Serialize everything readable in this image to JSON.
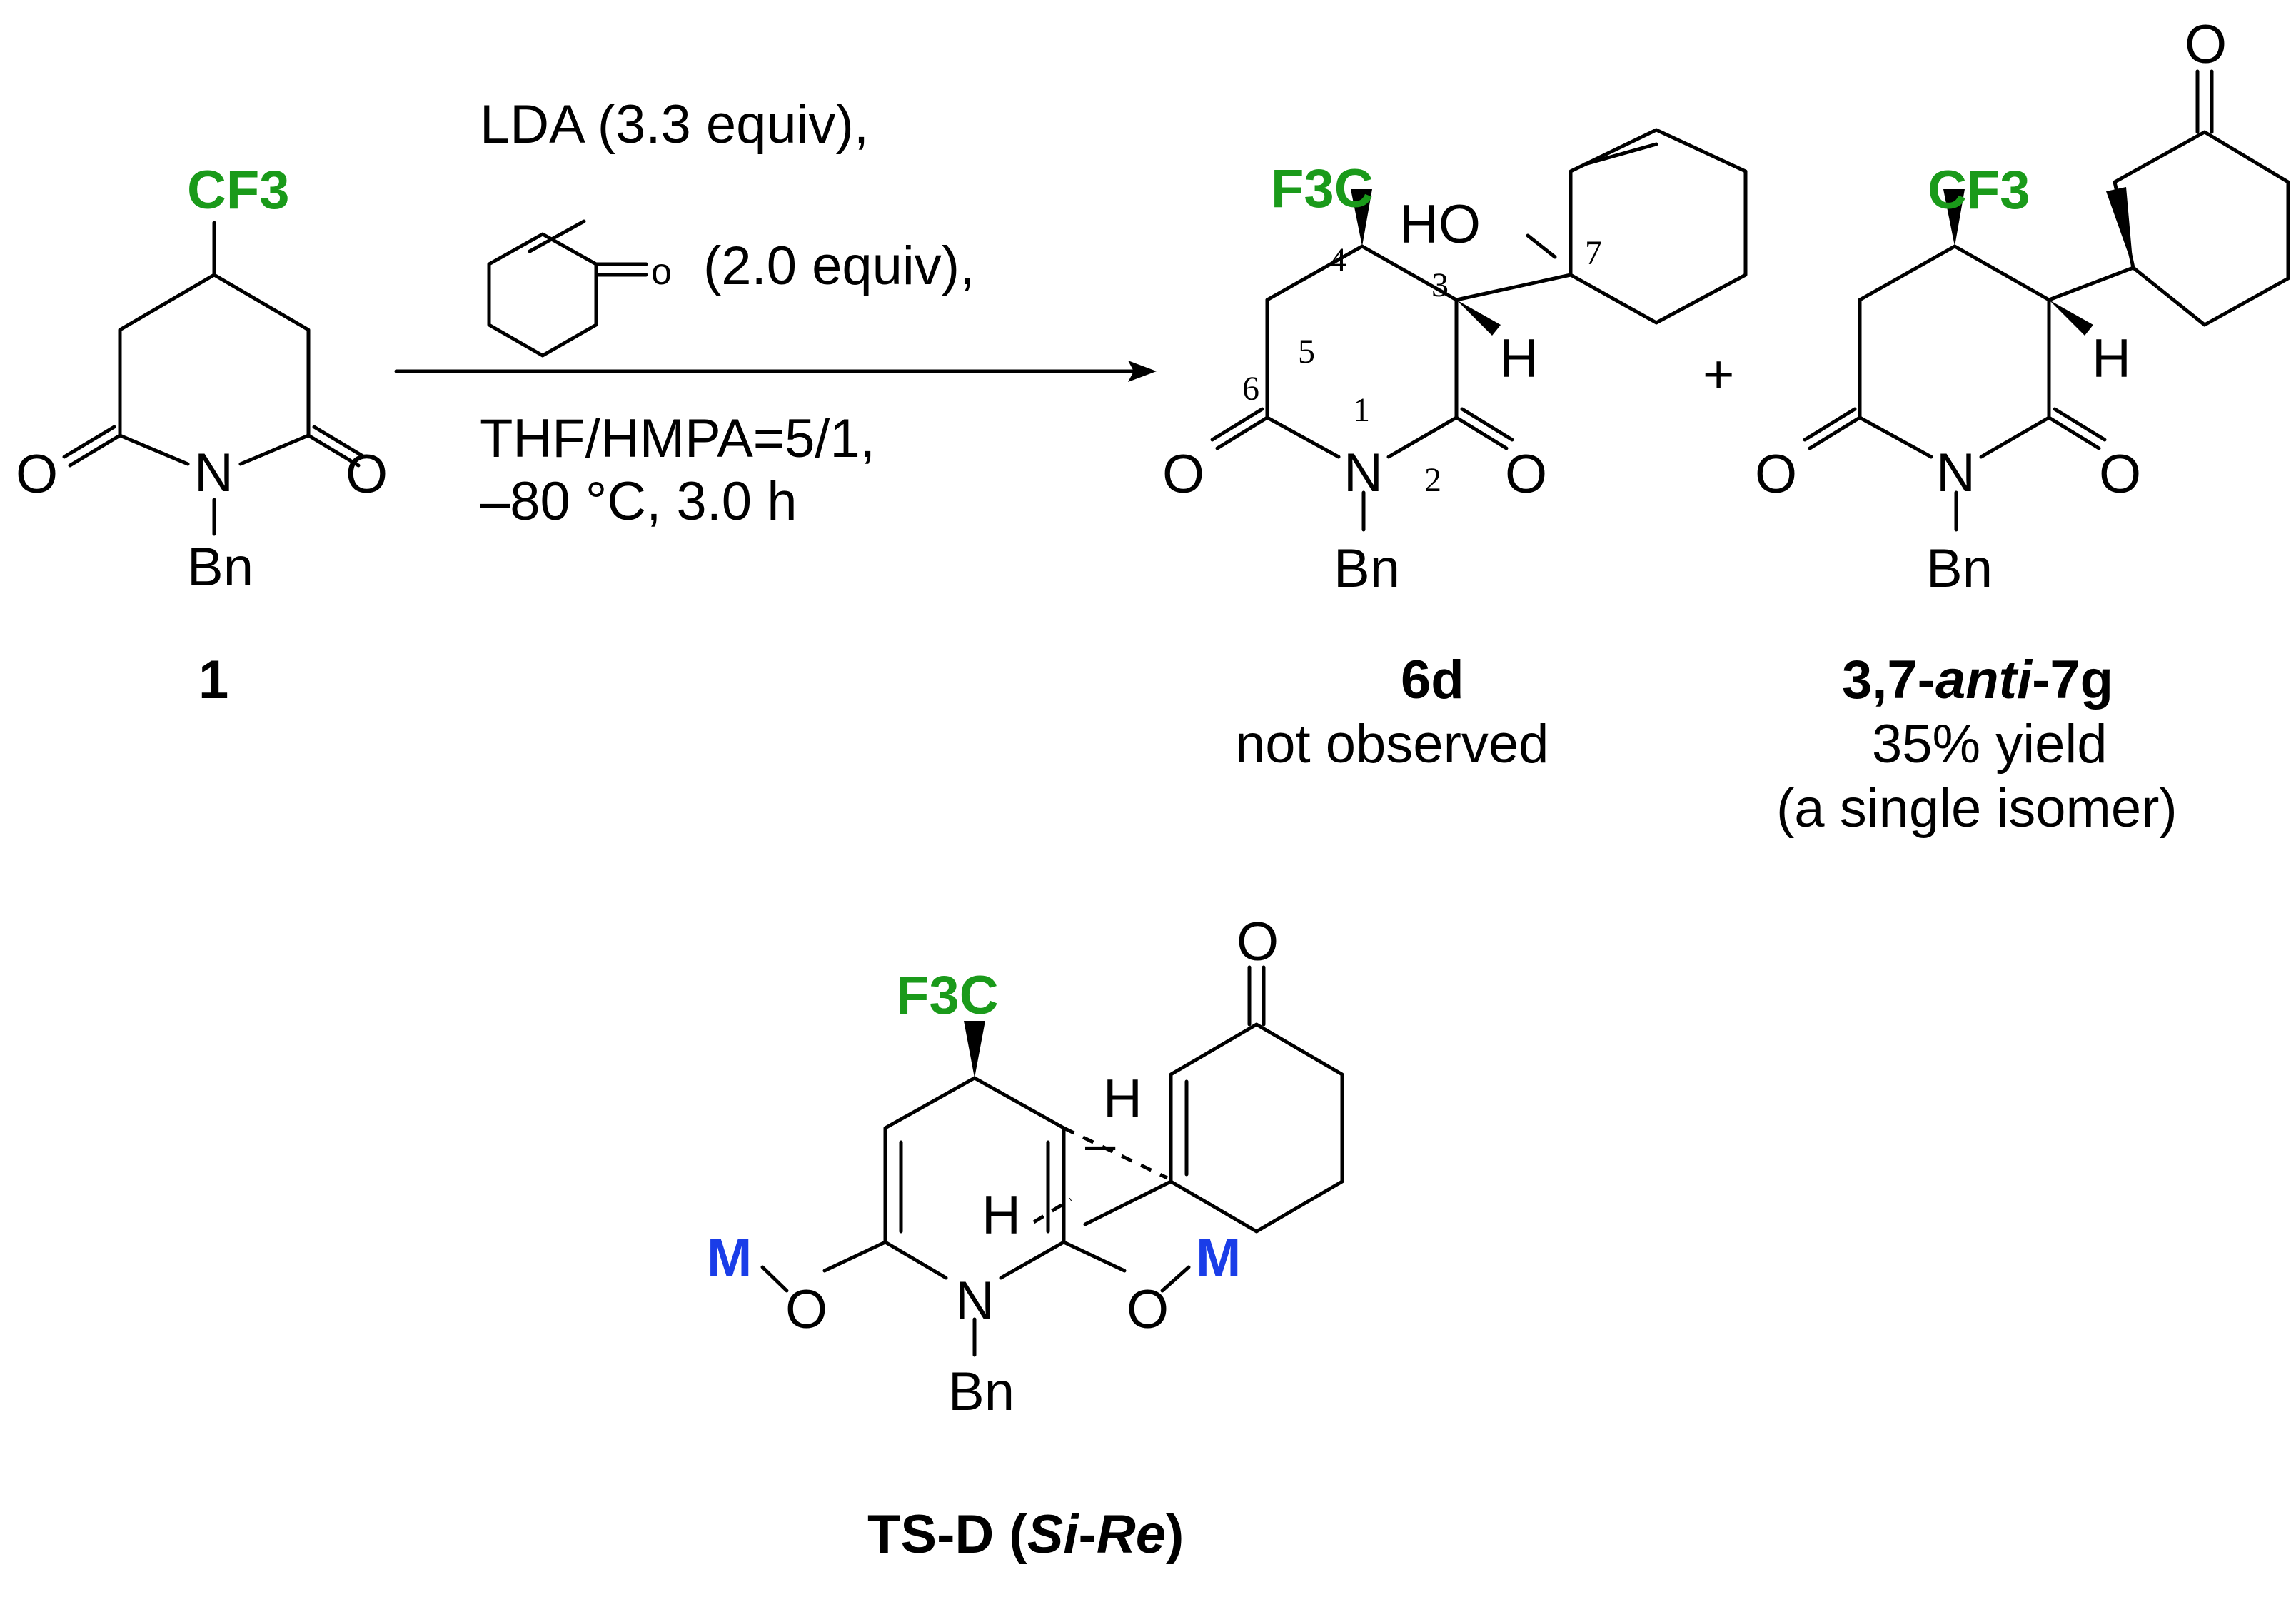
{
  "reagents": {
    "line1": "LDA (3.3 equiv),",
    "line2_o": "o",
    "line2": "(2.0 equiv),",
    "line3": "THF/HMPA=5/1,",
    "line4": "–80 °C, 3.0 h"
  },
  "start_material": {
    "cf3": "CF3",
    "o_left": "O",
    "o_right": "O",
    "n": "N",
    "bn": "Bn",
    "id": "1"
  },
  "product_6d": {
    "f3c": "F3C",
    "ho": "HO",
    "h": "H",
    "o_left": "O",
    "o_right": "O",
    "n": "N",
    "bn": "Bn",
    "nums": [
      "4",
      "3",
      "7",
      "5",
      "6",
      "1",
      "2"
    ],
    "id": "6d",
    "note": "not observed"
  },
  "plus": "+",
  "product_7g": {
    "cf3": "CF3",
    "o_top": "O",
    "h": "H",
    "o_left": "O",
    "o_right": "O",
    "n": "N",
    "bn": "Bn",
    "id_prefix": "3,7-",
    "id_italic": "anti",
    "id_suffix": "-7g",
    "yield": "35% yield",
    "note": "(a single isomer)"
  },
  "ts": {
    "f3c": "F3C",
    "o_top": "O",
    "h_upper": "H",
    "h_lower": "H",
    "minus": "–",
    "m_left": "M",
    "m_right": "M",
    "o_left": "O",
    "o_right": "O",
    "n": "N",
    "bn": "Bn",
    "label_prefix": "TS-D (",
    "label_si": "Si",
    "label_dash": "-",
    "label_re": "Re",
    "label_suffix": ")"
  },
  "colors": {
    "cf3": "#1a9a1a",
    "metal": "#1a3de8"
  }
}
